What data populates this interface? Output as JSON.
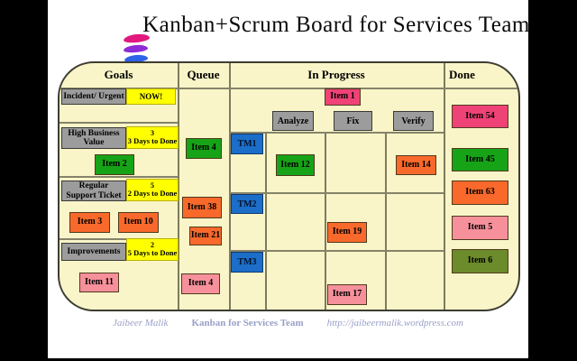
{
  "title": "Kanban+Scrum Board for Services Team",
  "colors": {
    "green": "#17A317",
    "orange": "#F8692B",
    "salmon": "#F6909B",
    "crimson": "#EF4277",
    "blue": "#1C6EC8",
    "olive": "#6C8B2A",
    "gray": "#9C9C9C",
    "yellow": "#FFFF00",
    "board_bg": "#FAF5C8",
    "logo_pink": "#E1187D",
    "logo_purple": "#8F2BD6",
    "logo_blue": "#2E62E8"
  },
  "headers": {
    "goals": "Goals",
    "queue": "Queue",
    "in_progress": "In Progress",
    "done": "Done"
  },
  "goals": {
    "rows": [
      {
        "label": "Incident/ Urgent",
        "sla": "NOW!"
      },
      {
        "label": "High Business Value",
        "count": "3",
        "sla": "3 Days to Done"
      },
      {
        "label": "Regular Support Ticket",
        "count": "5",
        "sla": "2 Days to Done"
      },
      {
        "label": "Improvements",
        "count": "2",
        "sla": "5 Days to Done"
      }
    ],
    "cards": [
      {
        "label": "Item 2",
        "color": "green"
      },
      {
        "label": "Item 3",
        "color": "orange"
      },
      {
        "label": "Item 10",
        "color": "orange"
      },
      {
        "label": "Item 11",
        "color": "salmon"
      }
    ]
  },
  "queue": {
    "cards": [
      {
        "label": "Item 4",
        "color": "green"
      },
      {
        "label": "Item 38",
        "color": "orange"
      },
      {
        "label": "Item 21",
        "color": "orange"
      },
      {
        "label": "Item 4",
        "color": "salmon"
      }
    ]
  },
  "in_progress": {
    "expedite_card": {
      "label": "Item 1",
      "color": "crimson"
    },
    "stages": [
      "Analyze",
      "Fix",
      "Verify"
    ],
    "lanes": [
      "TM1",
      "TM2",
      "TM3"
    ],
    "cards": [
      {
        "label": "Item 12",
        "color": "green",
        "lane": "TM1",
        "stage": "Analyze"
      },
      {
        "label": "Item 14",
        "color": "orange",
        "lane": "TM1",
        "stage": "Verify"
      },
      {
        "label": "Item 19",
        "color": "orange",
        "lane": "TM2",
        "stage": "Fix"
      },
      {
        "label": "Item 17",
        "color": "salmon",
        "lane": "TM3",
        "stage": "Fix"
      }
    ]
  },
  "done": {
    "cards": [
      {
        "label": "Item 54",
        "color": "crimson"
      },
      {
        "label": "Item 45",
        "color": "green"
      },
      {
        "label": "Item 63",
        "color": "orange"
      },
      {
        "label": "Item 5",
        "color": "salmon"
      },
      {
        "label": "Item 6",
        "color": "olive"
      }
    ]
  },
  "footer": {
    "author": "Jaibeer Malik",
    "title": "Kanban for Services Team",
    "url": "http://jaibeermalik.wordpress.com"
  }
}
